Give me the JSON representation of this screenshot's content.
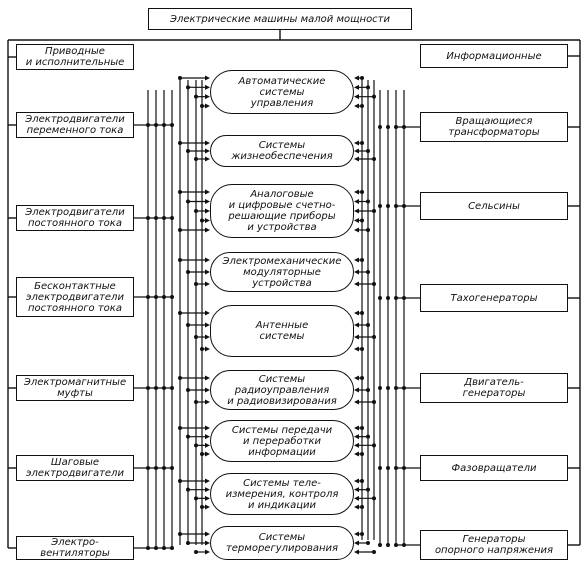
{
  "title": "Электрические машины малой мощности",
  "left_column": [
    {
      "id": "L1",
      "label": "Приводные\nи исполнительные"
    },
    {
      "id": "L2",
      "label": "Электродвигатели\nпеременного тока"
    },
    {
      "id": "L3",
      "label": "Электродвигатели\nпостоянного тока"
    },
    {
      "id": "L4",
      "label": "Бесконтактные\nэлектродвигатели\nпостоянного тока"
    },
    {
      "id": "L5",
      "label": "Электромагнитные\nмуфты"
    },
    {
      "id": "L6",
      "label": "Шаговые\nэлектродвигатели"
    },
    {
      "id": "L7",
      "label": "Электро-\nвентиляторы"
    }
  ],
  "center_column": [
    {
      "id": "C1",
      "label": "Автоматические\nсистемы\nуправления"
    },
    {
      "id": "C2",
      "label": "Системы\nжизнеобеспечения"
    },
    {
      "id": "C3",
      "label": "Аналоговые\nи цифровые счетно-\nрешающие приборы\nи устройства"
    },
    {
      "id": "C4",
      "label": "Электромеханические\nмодуляторные\nустройства"
    },
    {
      "id": "C5",
      "label": "Антенные\nсистемы"
    },
    {
      "id": "C6",
      "label": "Системы\nрадиоуправления\nи радиовизирования"
    },
    {
      "id": "C7",
      "label": "Системы передачи\nи переработки\nинформации"
    },
    {
      "id": "C8",
      "label": "Системы теле-\nизмерения, контроля\nи индикации"
    },
    {
      "id": "C9",
      "label": "Системы\nтерморегулирования"
    }
  ],
  "right_column": [
    {
      "id": "R1",
      "label": "Информационные"
    },
    {
      "id": "R2",
      "label": "Вращающиеся\nтрансформаторы"
    },
    {
      "id": "R3",
      "label": "Сельсины"
    },
    {
      "id": "R4",
      "label": "Тахогенераторы"
    },
    {
      "id": "R5",
      "label": "Двигатель-\nгенераторы"
    },
    {
      "id": "R6",
      "label": "Фазовращатели"
    },
    {
      "id": "R7",
      "label": "Генераторы\nопорного напряжения"
    }
  ]
}
